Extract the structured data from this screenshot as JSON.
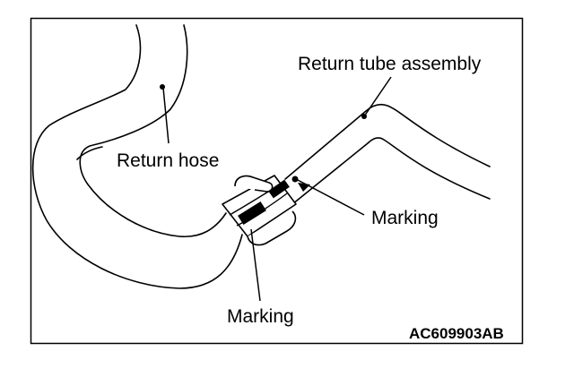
{
  "diagram": {
    "labels": {
      "return_tube_assembly": "Return tube assembly",
      "return_hose": "Return hose",
      "marking_right": "Marking",
      "marking_bottom": "Marking"
    },
    "figure_code": "AC609903AB"
  }
}
